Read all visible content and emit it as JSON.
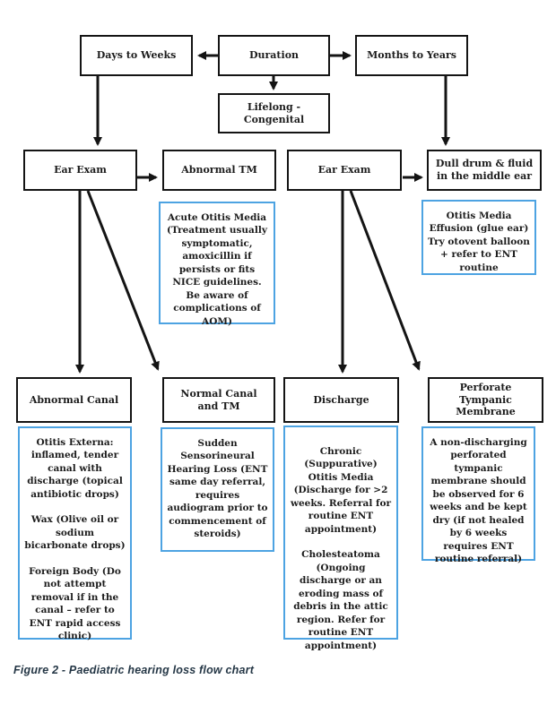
{
  "figure": {
    "caption": "Figure 2 - Paediatric hearing loss flow chart"
  },
  "colors": {
    "line": "#141414",
    "accent_blue": "#4da3e2",
    "caption_text": "#253746"
  },
  "nodes": {
    "days_to_weeks": {
      "label": "Days to Weeks"
    },
    "duration": {
      "label": "Duration"
    },
    "months_to_years": {
      "label": "Months to Years"
    },
    "lifelong_congenital": {
      "label": "Lifelong - Congenital"
    },
    "ear_exam_left": {
      "label": "Ear Exam"
    },
    "abnormal_tm": {
      "label": "Abnormal TM"
    },
    "ear_exam_right": {
      "label": "Ear Exam"
    },
    "dull_drum": {
      "label": "Dull drum & fluid in the middle ear"
    },
    "abnormal_canal": {
      "label": "Abnormal Canal"
    },
    "normal_canal_tm": {
      "label": "Normal Canal and TM"
    },
    "discharge": {
      "label": "Discharge"
    },
    "perforate_tm": {
      "label": "Perforate Tympanic Membrane"
    }
  },
  "info_boxes": {
    "acute_otitis_media": {
      "paragraphs": [
        "Acute Otitis Media (Treatment usually symptomatic, amoxicillin if persists or fits NICE guidelines. Be aware of complications of AOM)"
      ]
    },
    "otitis_media_effusion": {
      "paragraphs": [
        "Otitis Media Effusion (glue ear) Try otovent balloon + refer to ENT routine"
      ]
    },
    "otitis_externa": {
      "paragraphs": [
        "Otitis Externa: inflamed, tender canal with discharge (topical antibiotic drops)",
        "Wax (Olive oil or sodium bicarbonate drops)",
        "Foreign Body (Do not attempt removal if in the canal – refer to ENT rapid access clinic)"
      ]
    },
    "sudden_snhl": {
      "paragraphs": [
        "Sudden Sensorineural Hearing Loss (ENT same day referral, requires audiogram prior to commencement of steroids)"
      ]
    },
    "chronic_otitis_media": {
      "paragraphs": [
        "Chronic (Suppurative) Otitis Media (Discharge for >2 weeks. Referral for routine ENT appointment)",
        "Cholesteatoma (Ongoing discharge or an eroding mass of debris in the attic region. Refer for routine ENT appointment)"
      ]
    },
    "perforated_tm_advice": {
      "paragraphs": [
        "A non-discharging perforated tympanic membrane should be observed for 6 weeks and be kept dry (if not healed by 6 weeks requires ENT routine referral)"
      ]
    }
  }
}
